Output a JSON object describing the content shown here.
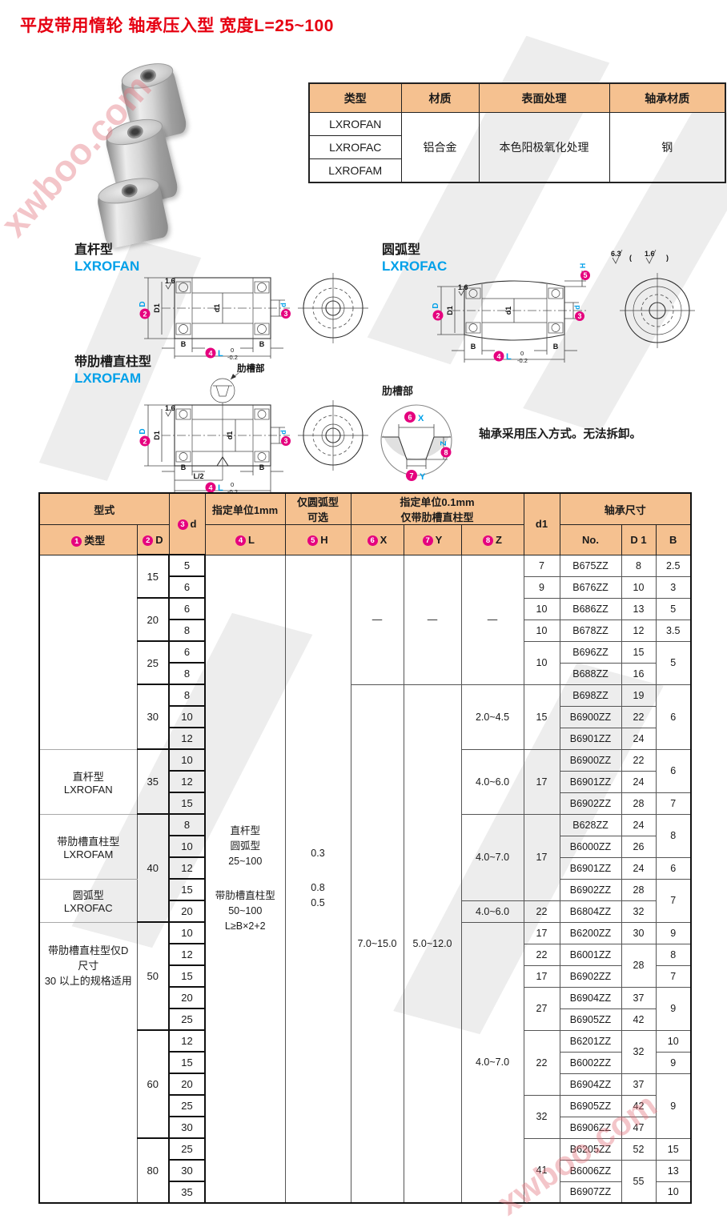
{
  "title": "平皮带用惰轮 轴承压入型 宽度L=25~100",
  "watermark": "xwboo.com",
  "colors": {
    "accent_pink": "#e5007e",
    "accent_cyan": "#00a0e9",
    "header_bg": "#f5c190",
    "title_red": "#e60012"
  },
  "spec_table": {
    "widths": [
      115,
      97,
      163,
      145
    ],
    "rows": [
      [
        {
          "t": "类型",
          "cls": "hd"
        },
        {
          "t": "材质",
          "cls": "hd"
        },
        {
          "t": "表面处理",
          "cls": "hd"
        },
        {
          "t": "轴承材质",
          "cls": "hd"
        }
      ],
      [
        {
          "t": "LXROFAN"
        },
        {
          "t": "铝合金",
          "rs": 3
        },
        {
          "t": "本色阳极氧化处理",
          "rs": 3
        },
        {
          "t": "钢",
          "rs": 3
        }
      ],
      [
        {
          "t": "LXROFAC"
        }
      ],
      [
        {
          "t": "LXROFAM"
        }
      ]
    ]
  },
  "drawings": {
    "straight": {
      "label": "直杆型",
      "code": "LXROFAN"
    },
    "arc": {
      "label": "圆弧型",
      "code": "LXROFAC"
    },
    "ribbed": {
      "label": "带肋槽直柱型",
      "code": "LXROFAM"
    },
    "rib_callout": "肋槽部",
    "rib_detail_label": "肋槽部",
    "note": "轴承采用压入方式。无法拆卸。",
    "dim_labels": {
      "D": "D",
      "D1": "D1",
      "d1": "d1",
      "d": "d",
      "B": "B",
      "L": "L",
      "H": "H",
      "Lhalf": "L/2",
      "X": "X",
      "Y": "Y",
      "Z": "Z",
      "tol_top": "0",
      "tol_bot": "-0.2",
      "rough16": "1.6",
      "rough63": "6.3",
      "paren_open": "(",
      "paren_close": ")",
      "n2": "2",
      "n3": "3",
      "n4": "4",
      "n5": "5",
      "n6": "6",
      "n7": "7",
      "n8": "8"
    }
  },
  "main_table": {
    "widths": [
      122,
      40,
      45,
      100,
      82,
      66,
      72,
      78,
      45,
      77,
      43,
      44
    ],
    "rows": [
      [
        {
          "t": "型式",
          "cs": 2,
          "cls": "hd"
        },
        {
          "circ": "3",
          "t": "d",
          "rs": 2,
          "cls": "hd"
        },
        {
          "t": "指定单位1mm",
          "cls": "hd"
        },
        {
          "lines": [
            "仅圆弧型",
            "可选"
          ],
          "cls": "hd"
        },
        {
          "lines": [
            "指定单位0.1mm",
            "仅带肋槽直柱型"
          ],
          "cs": 3,
          "cls": "hd"
        },
        {
          "t": "d1",
          "rs": 2,
          "cls": "hd"
        },
        {
          "t": "轴承尺寸",
          "cs": 3,
          "cls": "hd"
        }
      ],
      [
        {
          "circ": "1",
          "t": "类型",
          "cls": "hd"
        },
        {
          "circ": "2",
          "t": "D",
          "cls": "hd"
        },
        {
          "circ": "4",
          "t": "L",
          "cls": "hd"
        },
        {
          "circ": "5",
          "t": "H",
          "cls": "hd"
        },
        {
          "circ": "6",
          "t": "X",
          "cls": "hd"
        },
        {
          "circ": "7",
          "t": "Y",
          "cls": "hd"
        },
        {
          "circ": "8",
          "t": "Z",
          "cls": "hd"
        },
        {
          "t": "No.",
          "cls": "hd"
        },
        {
          "t": "D 1",
          "cls": "hd"
        },
        {
          "t": "B",
          "cls": "hd"
        }
      ],
      [
        {
          "t": "",
          "cls": "ty",
          "rs": 9
        },
        {
          "t": "15",
          "cls": "D",
          "rs": 2
        },
        {
          "t": "5",
          "cls": "d"
        },
        {
          "lines": [
            "直杆型",
            "圆弧型",
            "25~100",
            "",
            "带肋槽直柱型",
            "50~100",
            "L≥B×2+2"
          ],
          "cls": "ml",
          "rs": 30
        },
        {
          "lines": [
            "0.3",
            "",
            "0.8",
            "0.5"
          ],
          "cls": "ml",
          "rs": 30
        },
        {
          "t": "—",
          "rs": 6
        },
        {
          "t": "—",
          "rs": 6
        },
        {
          "t": "—",
          "rs": 6
        },
        {
          "t": "7"
        },
        {
          "t": "B675ZZ"
        },
        {
          "t": "8"
        },
        {
          "t": "2.5"
        }
      ],
      [
        {
          "t": "6",
          "cls": "d"
        },
        {
          "t": "9"
        },
        {
          "t": "B676ZZ"
        },
        {
          "t": "10"
        },
        {
          "t": "3"
        }
      ],
      [
        {
          "t": "20",
          "cls": "D",
          "rs": 2
        },
        {
          "t": "6",
          "cls": "d"
        },
        {
          "t": "10"
        },
        {
          "t": "B686ZZ"
        },
        {
          "t": "13"
        },
        {
          "t": "5"
        }
      ],
      [
        {
          "t": "8",
          "cls": "d"
        },
        {
          "t": "10"
        },
        {
          "t": "B678ZZ"
        },
        {
          "t": "12"
        },
        {
          "t": "3.5"
        }
      ],
      [
        {
          "t": "25",
          "cls": "D",
          "rs": 2
        },
        {
          "t": "6",
          "cls": "d"
        },
        {
          "t": "10",
          "rs": 2
        },
        {
          "t": "B696ZZ"
        },
        {
          "t": "15"
        },
        {
          "t": "5",
          "rs": 2
        }
      ],
      [
        {
          "t": "8",
          "cls": "d"
        },
        {
          "t": "B688ZZ"
        },
        {
          "t": "16"
        }
      ],
      [
        {
          "t": "30",
          "cls": "D",
          "rs": 3
        },
        {
          "t": "8",
          "cls": "d"
        },
        {
          "t": "7.0~15.0",
          "rs": 24
        },
        {
          "t": "5.0~12.0",
          "rs": 24
        },
        {
          "t": "2.0~4.5",
          "rs": 3
        },
        {
          "t": "15",
          "rs": 3
        },
        {
          "t": "B698ZZ"
        },
        {
          "t": "19"
        },
        {
          "t": "6",
          "rs": 3
        }
      ],
      [
        {
          "t": "10",
          "cls": "d"
        },
        {
          "t": "B6900ZZ"
        },
        {
          "t": "22"
        }
      ],
      [
        {
          "t": "12",
          "cls": "d"
        },
        {
          "t": "B6901ZZ"
        },
        {
          "t": "24"
        }
      ],
      [
        {
          "lines": [
            "直杆型",
            "LXROFAN"
          ],
          "cls": "ty",
          "rs": 3
        },
        {
          "t": "35",
          "cls": "D",
          "rs": 3
        },
        {
          "t": "10",
          "cls": "d"
        },
        {
          "t": "4.0~6.0",
          "rs": 3
        },
        {
          "t": "17",
          "rs": 3
        },
        {
          "t": "B6900ZZ"
        },
        {
          "t": "22"
        },
        {
          "t": "6",
          "rs": 2
        }
      ],
      [
        {
          "t": "12",
          "cls": "d"
        },
        {
          "t": "B6901ZZ"
        },
        {
          "t": "24"
        }
      ],
      [
        {
          "t": "15",
          "cls": "d"
        },
        {
          "t": "B6902ZZ"
        },
        {
          "t": "28"
        },
        {
          "t": "7"
        }
      ],
      [
        {
          "lines": [
            "带肋槽直柱型",
            "LXROFAM"
          ],
          "cls": "ty",
          "rs": 3
        },
        {
          "t": "40",
          "cls": "D",
          "rs": 5
        },
        {
          "t": "8",
          "cls": "d"
        },
        {
          "t": "4.0~7.0",
          "rs": 4
        },
        {
          "t": "17",
          "rs": 4
        },
        {
          "t": "B628ZZ"
        },
        {
          "t": "24"
        },
        {
          "t": "8",
          "rs": 2
        }
      ],
      [
        {
          "t": "10",
          "cls": "d"
        },
        {
          "t": "B6000ZZ"
        },
        {
          "t": "26"
        }
      ],
      [
        {
          "t": "12",
          "cls": "d"
        },
        {
          "t": "B6901ZZ"
        },
        {
          "t": "24"
        },
        {
          "t": "6"
        }
      ],
      [
        {
          "lines": [
            "圆弧型",
            "LXROFAC"
          ],
          "cls": "ty",
          "rs": 2
        },
        {
          "t": "15",
          "cls": "d"
        },
        {
          "t": "B6902ZZ"
        },
        {
          "t": "28"
        },
        {
          "t": "7",
          "rs": 2
        }
      ],
      [
        {
          "t": "20",
          "cls": "d"
        },
        {
          "t": "4.0~6.0"
        },
        {
          "t": "22"
        },
        {
          "t": "B6804ZZ"
        },
        {
          "t": "32"
        }
      ],
      [
        {
          "lines": [
            "带肋槽直柱型仅D",
            "尺寸",
            "30 以上的规格适用"
          ],
          "cls": "ty top",
          "rs": 13
        },
        {
          "t": "50",
          "cls": "D",
          "rs": 5
        },
        {
          "t": "10",
          "cls": "d"
        },
        {
          "t": "4.0~7.0",
          "rs": 13
        },
        {
          "t": "17"
        },
        {
          "t": "B6200ZZ"
        },
        {
          "t": "30"
        },
        {
          "t": "9"
        }
      ],
      [
        {
          "t": "12",
          "cls": "d"
        },
        {
          "t": "22"
        },
        {
          "t": "B6001ZZ"
        },
        {
          "t": "28",
          "rs": 2
        },
        {
          "t": "8"
        }
      ],
      [
        {
          "t": "15",
          "cls": "d"
        },
        {
          "t": "17"
        },
        {
          "t": "B6902ZZ"
        },
        {
          "t": "7"
        }
      ],
      [
        {
          "t": "20",
          "cls": "d"
        },
        {
          "t": "27",
          "rs": 2
        },
        {
          "t": "B6904ZZ"
        },
        {
          "t": "37"
        },
        {
          "t": "9",
          "rs": 2
        }
      ],
      [
        {
          "t": "25",
          "cls": "d"
        },
        {
          "t": "B6905ZZ"
        },
        {
          "t": "42"
        }
      ],
      [
        {
          "t": "60",
          "cls": "D",
          "rs": 5
        },
        {
          "t": "12",
          "cls": "d"
        },
        {
          "t": "22",
          "rs": 3
        },
        {
          "t": "B6201ZZ"
        },
        {
          "t": "32",
          "rs": 2
        },
        {
          "t": "10"
        }
      ],
      [
        {
          "t": "15",
          "cls": "d"
        },
        {
          "t": "B6002ZZ"
        },
        {
          "t": "9"
        }
      ],
      [
        {
          "t": "20",
          "cls": "d"
        },
        {
          "t": "B6904ZZ"
        },
        {
          "t": "37"
        },
        {
          "t": "9",
          "rs": 3
        }
      ],
      [
        {
          "t": "25",
          "cls": "d"
        },
        {
          "t": "32",
          "rs": 2
        },
        {
          "t": "B6905ZZ"
        },
        {
          "t": "42"
        }
      ],
      [
        {
          "t": "30",
          "cls": "d"
        },
        {
          "t": "B6906ZZ"
        },
        {
          "t": "47"
        }
      ],
      [
        {
          "t": "80",
          "cls": "D",
          "rs": 3
        },
        {
          "t": "25",
          "cls": "d"
        },
        {
          "t": "41",
          "rs": 3
        },
        {
          "t": "B6205ZZ"
        },
        {
          "t": "52"
        },
        {
          "t": "15"
        }
      ],
      [
        {
          "t": "30",
          "cls": "d"
        },
        {
          "t": "B6006ZZ"
        },
        {
          "t": "55",
          "rs": 2
        },
        {
          "t": "13"
        }
      ],
      [
        {
          "t": "35",
          "cls": "d"
        },
        {
          "t": "B6907ZZ"
        },
        {
          "t": "10"
        }
      ]
    ]
  }
}
